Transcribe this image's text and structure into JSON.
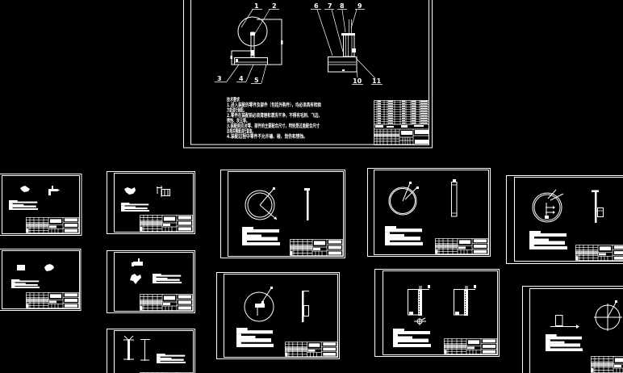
{
  "viewer": {
    "background": "#000000",
    "line_color": "#FFFFFF",
    "sheet_count": 12
  },
  "main_sheet": {
    "callouts": [
      "1",
      "2",
      "3",
      "4",
      "5",
      "6",
      "7",
      "8",
      "9",
      "10",
      "11"
    ],
    "technical_requirements": {
      "title": "技术要求",
      "lines": [
        "1.进入装配的零件及部件（包括外购件），均必须具有检验",
        "方能进行装配。",
        "2.零件在装配前必须清理和清洗干净，不得有毛刺、飞边、",
        "锈蚀、灰尘等。",
        "3.装配前应对零、部件的主要配合尺寸，特别是过盈配合尺寸",
        "及相关精度进行复查。",
        "4.装配过程中零件不允许磕、碰、划伤和锈蚀。"
      ]
    }
  }
}
